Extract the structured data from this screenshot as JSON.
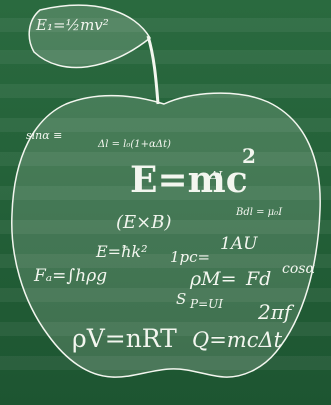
{
  "colors": {
    "board": "#236038",
    "chalk": "#f3f6ef"
  },
  "formulas": {
    "emc2": "E=mc",
    "emc2_exp": "2",
    "prime": "E₁=½mv²",
    "exb": "(E×B)",
    "hk": "E=ħk²",
    "au": "1AU",
    "pc": "1pc=",
    "fn": "Fₐ=∫hρg",
    "pm": "ρM=",
    "fd": "Fd",
    "cos": "cosα",
    "s": "S",
    "pui": "P=UI",
    "pi": "2πf",
    "pv": "ρV=nRT",
    "q": "Q=mcΔt",
    "small1": "sinα ≡",
    "small2": "Δl = l₀(1+αΔt)",
    "small3": "ΔI",
    "small4": "Bdl = μ₀I"
  }
}
